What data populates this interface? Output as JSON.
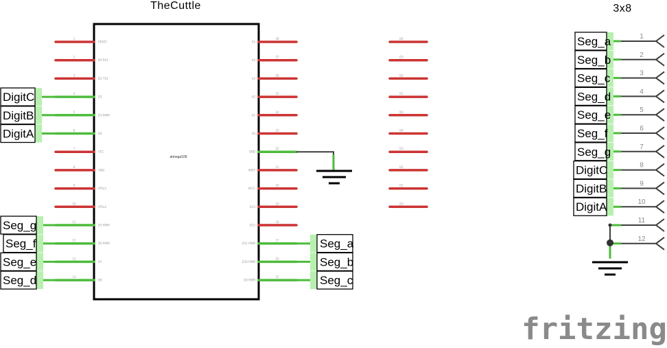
{
  "chip": {
    "title": "TheCuttle",
    "part": "atmega328",
    "left_pins": [
      {
        "name": "RESET",
        "num": "1",
        "net": null
      },
      {
        "name": "D0 RX1",
        "num": "2",
        "net": null
      },
      {
        "name": "D1 TX1",
        "num": "3",
        "net": null
      },
      {
        "name": "D2",
        "num": "4",
        "net": "DigitC"
      },
      {
        "name": "D3 PWM",
        "num": "5",
        "net": "DigitB"
      },
      {
        "name": "D4",
        "num": "6",
        "net": "DigitA"
      },
      {
        "name": "VCC",
        "num": "7",
        "net": null
      },
      {
        "name": "GND",
        "num": "8",
        "net": null
      },
      {
        "name": "XTAL1",
        "num": "9",
        "net": null
      },
      {
        "name": "XTAL2",
        "num": "10",
        "net": null
      },
      {
        "name": "D5 PWM",
        "num": "11",
        "net": "Seg_g"
      },
      {
        "name": "D6 PWM",
        "num": "12",
        "net": "Seg_f"
      },
      {
        "name": "D7",
        "num": "13",
        "net": "Seg_e"
      },
      {
        "name": "D8",
        "num": "14",
        "net": "Seg_d"
      }
    ],
    "right_pins": [
      {
        "name": "A5",
        "num": "28",
        "net": null
      },
      {
        "name": "A4",
        "num": "27",
        "net": null
      },
      {
        "name": "A3",
        "num": "26",
        "net": null
      },
      {
        "name": "A2",
        "num": "25",
        "net": null
      },
      {
        "name": "A1",
        "num": "24",
        "net": null
      },
      {
        "name": "A0",
        "num": "23",
        "net": null
      },
      {
        "name": "GND",
        "num": "22",
        "net": "GND"
      },
      {
        "name": "AREF",
        "num": "21",
        "net": null
      },
      {
        "name": "AVCC",
        "num": "20",
        "net": null
      },
      {
        "name": "D13",
        "num": "19",
        "net": null
      },
      {
        "name": "D12",
        "num": "18",
        "net": null
      },
      {
        "name": "D11 PWM",
        "num": "17",
        "net": "Seg_a"
      },
      {
        "name": "D10 PWM",
        "num": "16",
        "net": "Seg_b"
      },
      {
        "name": "D9 PWM",
        "num": "15",
        "net": "Seg_c"
      }
    ]
  },
  "extra_pins": [
    "D4",
    "D3",
    "D2",
    "D1",
    "D0",
    "D4",
    "D3",
    "D2",
    "D1",
    "D0"
  ],
  "display": {
    "title": "3x8",
    "pins": [
      {
        "num": "1",
        "net": "Seg_a"
      },
      {
        "num": "2",
        "net": "Seg_b"
      },
      {
        "num": "3",
        "net": "Seg_c"
      },
      {
        "num": "4",
        "net": "Seg_d"
      },
      {
        "num": "5",
        "net": "Seg_e"
      },
      {
        "num": "6",
        "net": "Seg_f"
      },
      {
        "num": "7",
        "net": "Seg_g"
      },
      {
        "num": "8",
        "net": "DigitC"
      },
      {
        "num": "9",
        "net": "DigitB"
      },
      {
        "num": "10",
        "net": "DigitA"
      },
      {
        "num": "11",
        "net": null
      },
      {
        "num": "12",
        "net": null
      }
    ]
  },
  "brand": "fritzing",
  "colors": {
    "connected": "#4dbb3b",
    "unconnected": "#cc3333",
    "label_tab": "#b8f0b0",
    "wire": "#3c3c3c"
  }
}
